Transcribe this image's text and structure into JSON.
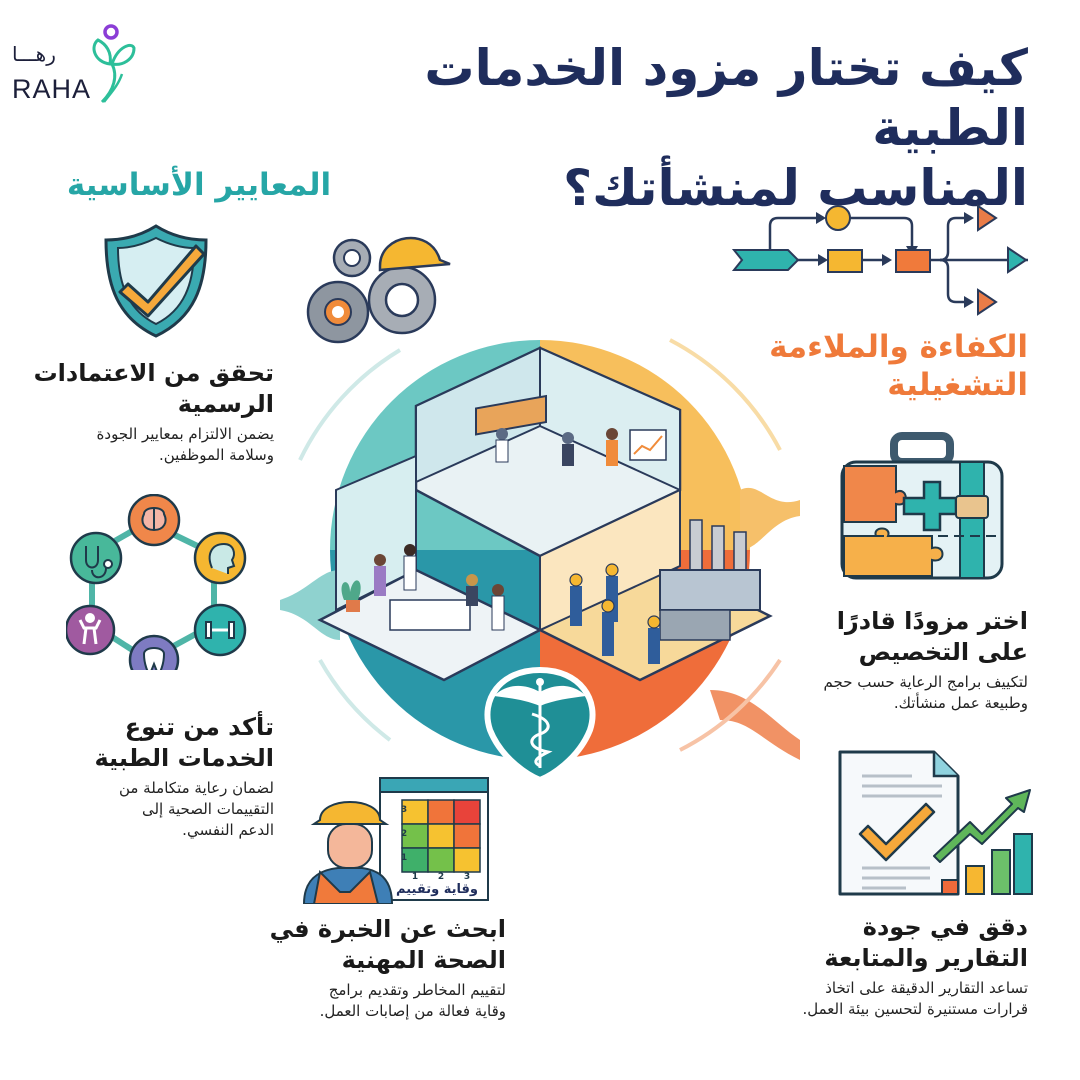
{
  "brand": {
    "logo_arabic": "رهـــا",
    "logo_latin": "RAHA",
    "colors": {
      "leaf": "#2dbf9a",
      "dot": "#8b3dd6",
      "navy": "#1f2d5c",
      "teal": "#26a6a6",
      "orange": "#ef7a3a",
      "yellow": "#f5b731"
    }
  },
  "title": {
    "line1": "كيف تختار مزود الخدمات الطبية",
    "line2": "المناسب لمنشأتك؟"
  },
  "sections": {
    "left_heading": "المعايير الأساسية",
    "right_heading_line1": "الكفاءة والملاءمة",
    "right_heading_line2": "التشغيلية"
  },
  "items": [
    {
      "id": "accreditation",
      "icon": "shield-check-icon",
      "title_line1": "تحقق من الاعتمادات",
      "title_line2": "الرسمية",
      "desc_line1": "يضمن الالتزام بمعايير الجودة",
      "desc_line2": "وسلامة الموظفين."
    },
    {
      "id": "services-variety",
      "icon": "services-ring-icon",
      "title_line1": "تأكد من تنوع",
      "title_line2": "الخدمات الطبية",
      "desc_line1": "لضمان رعاية متكاملة من",
      "desc_line2": "التقييمات الصحية إلى",
      "desc_line3": "الدعم النفسي."
    },
    {
      "id": "occupational-expertise",
      "icon": "worker-risk-matrix-icon",
      "title_line1": "ابحث عن الخبرة في",
      "title_line2": "الصحة المهنية",
      "desc_line1": "لتقييم المخاطر وتقديم برامج",
      "desc_line2": "وقاية فعالة من إصابات العمل."
    },
    {
      "id": "customization",
      "icon": "medical-kit-puzzle-icon",
      "title_line1": "اختر مزودًا قادرًا",
      "title_line2": "على التخصيص",
      "desc_line1": "لتكييف برامج الرعاية حسب حجم",
      "desc_line2": "وطبيعة عمل منشأتك."
    },
    {
      "id": "reporting",
      "icon": "report-growth-chart-icon",
      "title_line1": "دقق في جودة",
      "title_line2": "التقارير والمتابعة",
      "desc_line1": "تساعد التقارير الدقيقة على اتخاذ",
      "desc_line2": "قرارات مستنيرة لتحسين بيئة العمل."
    }
  ],
  "risk_matrix": {
    "label": "وقاية وتقييم",
    "x_ticks": [
      "1",
      "2",
      "3"
    ],
    "y_ticks": [
      "1",
      "2",
      "3"
    ]
  },
  "service_ring_icons": [
    "brain-icon",
    "head-profile-icon",
    "dumbbell-icon",
    "tooth-icon",
    "fitness-person-icon",
    "stethoscope-icon"
  ]
}
